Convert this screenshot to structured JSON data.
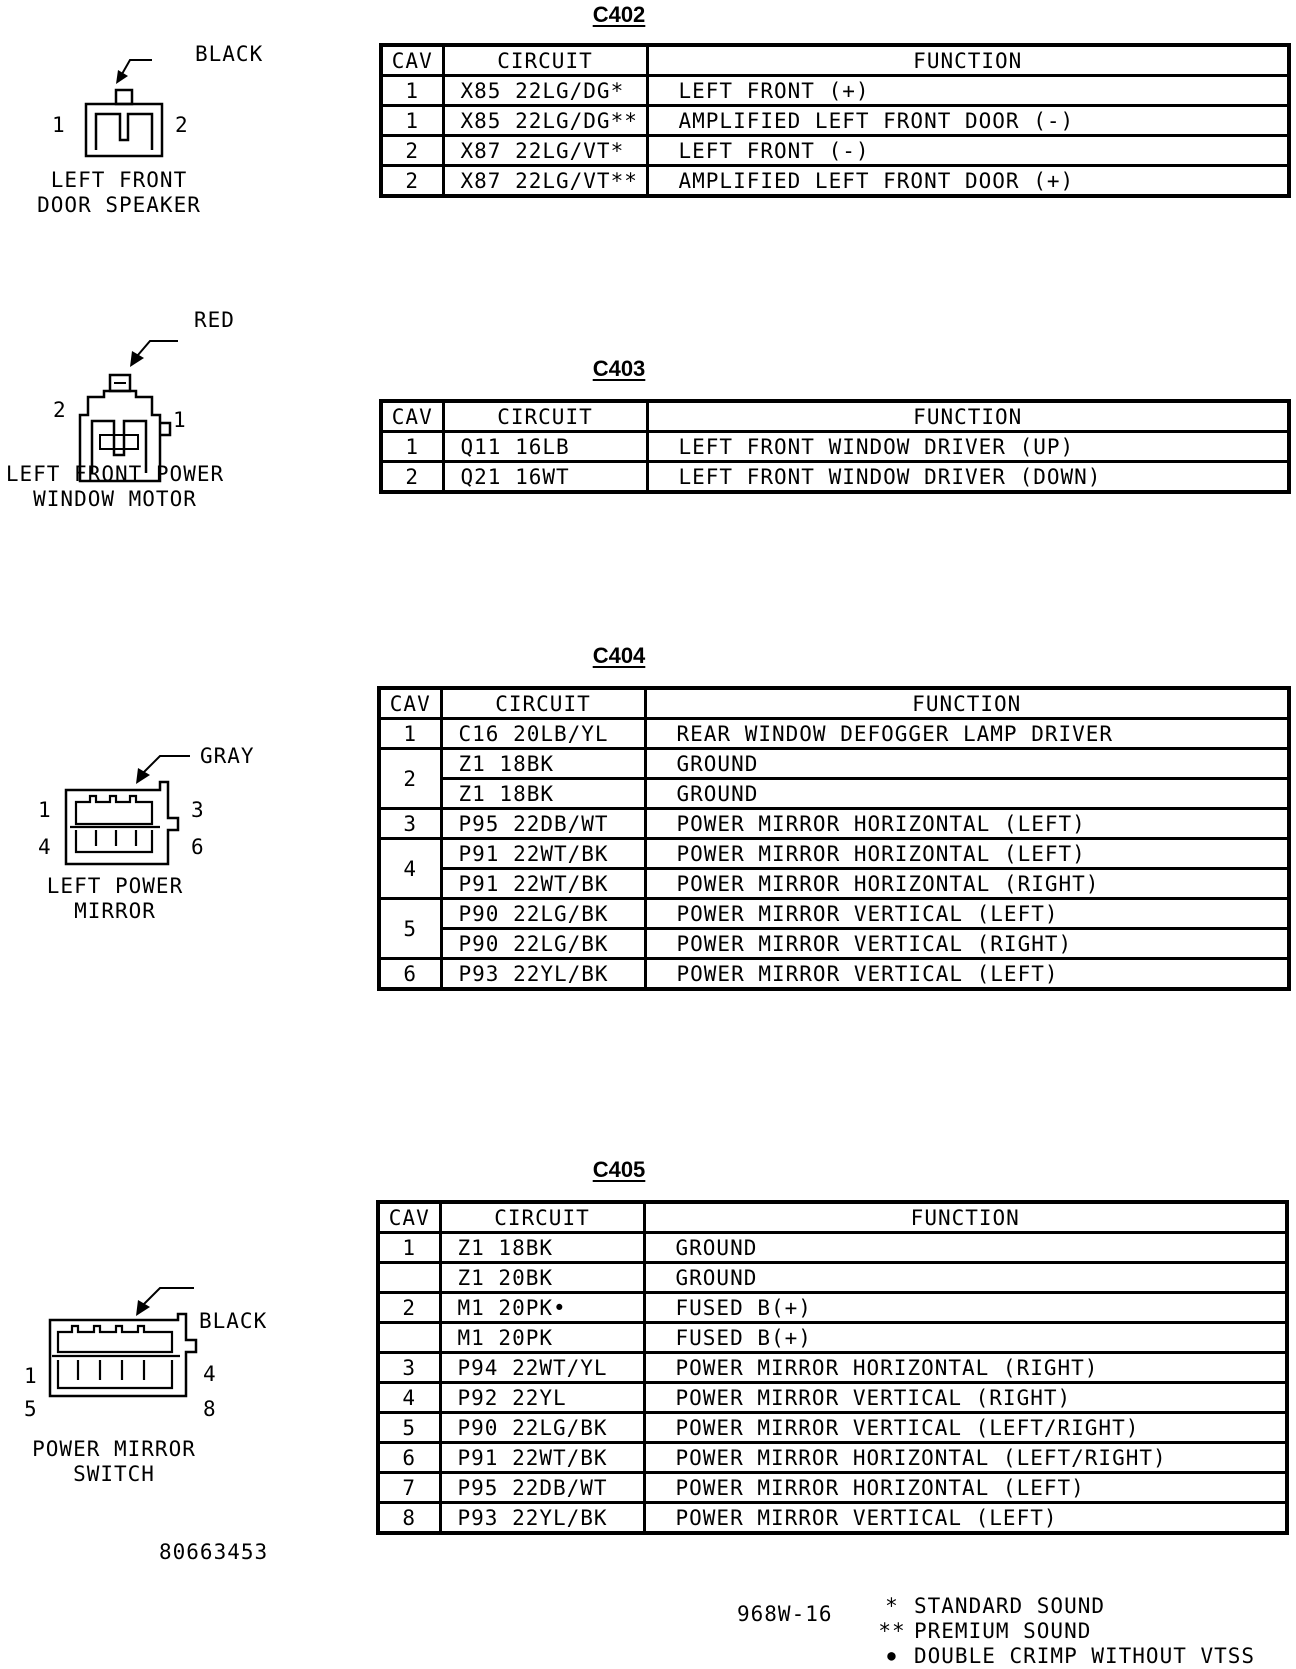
{
  "headers": {
    "cav": "CAV",
    "circuit": "CIRCUIT",
    "function": "FUNCTION"
  },
  "sections": [
    {
      "title": "C402",
      "connector": {
        "color": "BLACK",
        "label_lines": [
          "LEFT FRONT",
          "DOOR SPEAKER"
        ],
        "pins": [
          "1",
          "2"
        ]
      },
      "rows": [
        {
          "cav": "1",
          "circuit": "X85 22LG/DG*",
          "function": "LEFT FRONT (+)"
        },
        {
          "cav": "1",
          "circuit": "X85 22LG/DG**",
          "function": "AMPLIFIED LEFT FRONT DOOR (-)"
        },
        {
          "cav": "2",
          "circuit": "X87 22LG/VT*",
          "function": "LEFT FRONT (-)"
        },
        {
          "cav": "2",
          "circuit": "X87 22LG/VT**",
          "function": "AMPLIFIED LEFT FRONT DOOR (+)"
        }
      ]
    },
    {
      "title": "C403",
      "connector": {
        "color": "RED",
        "label_lines": [
          "LEFT FRONT POWER",
          "WINDOW MOTOR"
        ],
        "pins": [
          "2",
          "1"
        ]
      },
      "rows": [
        {
          "cav": "1",
          "circuit": "Q11 16LB",
          "function": "LEFT FRONT WINDOW DRIVER (UP)"
        },
        {
          "cav": "2",
          "circuit": "Q21 16WT",
          "function": "LEFT FRONT WINDOW DRIVER (DOWN)"
        }
      ]
    },
    {
      "title": "C404",
      "connector": {
        "color": "GRAY",
        "label_lines": [
          "LEFT POWER",
          "MIRROR"
        ],
        "pins": [
          "1",
          "3",
          "4",
          "6"
        ]
      },
      "rows": [
        {
          "cav": "1",
          "circuit": "C16 20LB/YL",
          "function": "REAR WINDOW DEFOGGER LAMP DRIVER"
        },
        {
          "cav": "2",
          "circuit": "Z1 18BK",
          "function": "GROUND"
        },
        {
          "cav": "",
          "circuit": "Z1 18BK",
          "function": "GROUND"
        },
        {
          "cav": "3",
          "circuit": "P95 22DB/WT",
          "function": "POWER MIRROR HORIZONTAL (LEFT)"
        },
        {
          "cav": "4",
          "circuit": "P91 22WT/BK",
          "function": "POWER MIRROR HORIZONTAL (LEFT)"
        },
        {
          "cav": "",
          "circuit": "P91 22WT/BK",
          "function": "POWER MIRROR HORIZONTAL (RIGHT)"
        },
        {
          "cav": "5",
          "circuit": "P90 22LG/BK",
          "function": "POWER MIRROR VERTICAL (LEFT)"
        },
        {
          "cav": "",
          "circuit": "P90 22LG/BK",
          "function": "POWER MIRROR VERTICAL (RIGHT)"
        },
        {
          "cav": "6",
          "circuit": "P93 22YL/BK",
          "function": "POWER MIRROR VERTICAL (LEFT)"
        }
      ]
    },
    {
      "title": "C405",
      "connector": {
        "color": "BLACK",
        "label_lines": [
          "POWER MIRROR",
          "SWITCH"
        ],
        "pins": [
          "1",
          "4",
          "5",
          "8"
        ]
      },
      "rows": [
        {
          "cav": "1",
          "circuit": "Z1 18BK",
          "function": "GROUND"
        },
        {
          "cav": "",
          "circuit": "Z1 20BK",
          "function": "GROUND"
        },
        {
          "cav": "2",
          "circuit": "M1 20PK•",
          "function": "FUSED B(+)"
        },
        {
          "cav": "",
          "circuit": "M1 20PK",
          "function": "FUSED B(+)"
        },
        {
          "cav": "3",
          "circuit": "P94 22WT/YL",
          "function": "POWER MIRROR HORIZONTAL (RIGHT)"
        },
        {
          "cav": "4",
          "circuit": "P92 22YL",
          "function": "POWER MIRROR VERTICAL (RIGHT)"
        },
        {
          "cav": "5",
          "circuit": "P90 22LG/BK",
          "function": "POWER MIRROR VERTICAL (LEFT/RIGHT)"
        },
        {
          "cav": "6",
          "circuit": "P91 22WT/BK",
          "function": "POWER MIRROR HORIZONTAL (LEFT/RIGHT)"
        },
        {
          "cav": "7",
          "circuit": "P95 22DB/WT",
          "function": "POWER MIRROR HORIZONTAL (LEFT)"
        },
        {
          "cav": "8",
          "circuit": "P93 22YL/BK",
          "function": "POWER MIRROR VERTICAL (LEFT)"
        }
      ]
    }
  ],
  "part_number": "80663453",
  "figure_id": "968W-16",
  "legend": [
    {
      "symbol": "*",
      "text": "STANDARD SOUND"
    },
    {
      "symbol": "**",
      "text": "PREMIUM SOUND"
    },
    {
      "symbol": "●",
      "text": "DOUBLE CRIMP WITHOUT VTSS"
    }
  ]
}
